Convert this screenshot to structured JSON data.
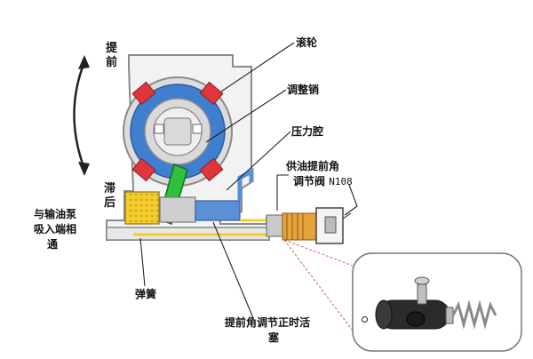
{
  "labels": {
    "advance": "提\n前",
    "retard": "滞\n后",
    "roller": "滚轮",
    "adjust_pin": "调整销",
    "pressure_chamber": "压力腔",
    "valve_line1": "供油提前角",
    "valve_line2": "调节阀",
    "valve_code": "N108",
    "pump_line1": "与输油泵",
    "pump_line2": "吸入端相",
    "pump_line3": "通",
    "spring": "弹簧",
    "piston_line1": "提前角调节正时活",
    "piston_line2": "塞"
  },
  "colors": {
    "housing": "#f2f2f2",
    "housing_outline": "#8a8a8a",
    "ring_blue": "#3f7fd0",
    "roller_red": "#e0353a",
    "inner_grey": "#d9d9d9",
    "pin_green": "#2fbf3a",
    "oil_yellow": "#f1cc2a",
    "channel_blue": "#5b8fd6",
    "valve_orange": "#e6a33a",
    "pointer_line": "#222222",
    "callout_red": "#d85050"
  },
  "icons": [
    "curved-double-arrow-icon",
    "spring-icon"
  ]
}
